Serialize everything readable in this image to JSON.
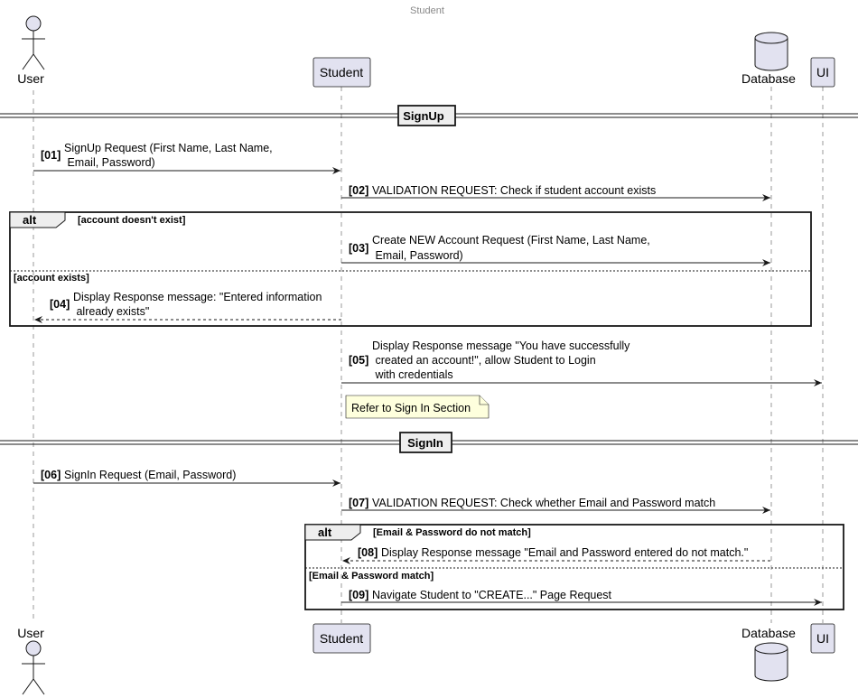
{
  "title": "Student",
  "participants": {
    "user": "User",
    "student": "Student",
    "database": "Database",
    "ui": "UI"
  },
  "dividers": {
    "signup": "SignUp",
    "signin": "SignIn"
  },
  "messages": {
    "m01": {
      "num": "[01]",
      "line1": "SignUp Request (First Name, Last Name,",
      "line2": " Email, Password)"
    },
    "m02": {
      "num": "[02]",
      "line1": "VALIDATION REQUEST: Check if student account exists"
    },
    "m03": {
      "num": "[03]",
      "line1": "Create NEW Account Request (First Name, Last Name,",
      "line2": " Email, Password)"
    },
    "m04": {
      "num": "[04]",
      "line1": "Display Response message: \"Entered information",
      "line2": " already exists\""
    },
    "m05": {
      "num": "[05]",
      "line1": "Display Response message \"You have successfully",
      "line2": " created an account!\", allow Student to Login",
      "line3": " with credentials"
    },
    "m06": {
      "num": "[06]",
      "line1": "SignIn Request (Email, Password)"
    },
    "m07": {
      "num": "[07]",
      "line1": "VALIDATION REQUEST: Check whether Email and Password match"
    },
    "m08": {
      "num": "[08]",
      "line1": "Display Response message \"Email and Password entered do not match.\""
    },
    "m09": {
      "num": "[09]",
      "line1": "Navigate Student to \"CREATE...\" Page Request"
    }
  },
  "note": "Refer to Sign In Section",
  "alt1": {
    "keyword": "alt",
    "guard": "[account doesn't exist]",
    "else": "[account exists]"
  },
  "alt2": {
    "keyword": "alt",
    "guard": "[Email & Password do not match]",
    "else": "[Email & Password match]"
  },
  "colors": {
    "participant_fill": "#E2E2F0",
    "participant_stroke": "#181818",
    "note_fill": "#FEFFDD",
    "alt_header_fill": "#EEEEEE",
    "lifeline": "#999999"
  }
}
